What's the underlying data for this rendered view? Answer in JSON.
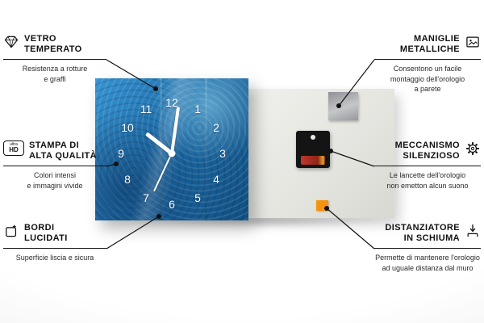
{
  "callouts": {
    "left": [
      {
        "icon": "diamond-icon",
        "title": "VETRO\nTEMPERATO",
        "desc": "Resistenza a rotture\ne graffi"
      },
      {
        "icon": "ultra-hd-icon",
        "title": "STAMPA DI\nALTA QUALITÀ",
        "desc": "Colori intensi\ne immagini vivide"
      },
      {
        "icon": "polished-edge-icon",
        "title": "BORDI\nLUCIDATI",
        "desc": "Superficie liscia e sicura"
      }
    ],
    "right": [
      {
        "icon": "picture-frame-icon",
        "title": "MANIGLIE\nMETALLICHE",
        "desc": "Consentono un facile\nmontaggio dell'orologio\na parete"
      },
      {
        "icon": "gear-icon",
        "title": "MECCANISMO\nSILENZIOSO",
        "desc": "Le lancette dell'orologio\nnon emetton alcun suono"
      },
      {
        "icon": "foam-spacer-icon",
        "title": "DISTANZIATORE\nIN SCHIUMA",
        "desc": "Permette di mantenere l'orologio\nad uguale distanza dal muro"
      }
    ]
  },
  "ultra_hd_icon": {
    "top": "ultra",
    "bottom": "HD"
  },
  "clock": {
    "numbers": [
      "1",
      "2",
      "3",
      "4",
      "5",
      "6",
      "7",
      "8",
      "9",
      "10",
      "11",
      "12"
    ]
  },
  "colors": {
    "panel_blue": "#1b6aa6",
    "foam_orange": "#f5930f",
    "line_black": "#121212"
  }
}
